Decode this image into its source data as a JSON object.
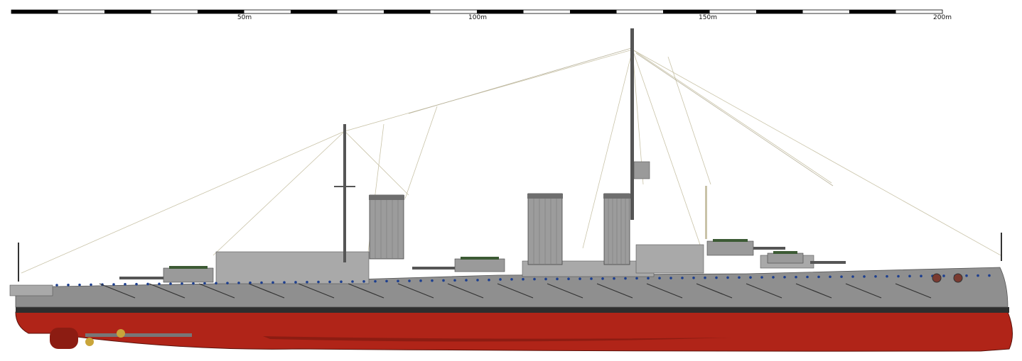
{
  "scale": {
    "unit_labels": [
      "50m",
      "100m",
      "150m",
      "200m"
    ],
    "max_meters": 200,
    "segments": 20
  },
  "colors": {
    "hull_red": "#b02418",
    "hull_red_dark": "#8c1c12",
    "hull_grey": "#8f8f8f",
    "upper_grey": "#a9a9a9",
    "boot_top": "#2e2e2e",
    "funnel_grey": "#9c9c9c",
    "rigging": "#c9c3a8",
    "porthole": "#1d3f8f",
    "deck_green": "#3c5a34",
    "propeller": "#c9a53a"
  }
}
